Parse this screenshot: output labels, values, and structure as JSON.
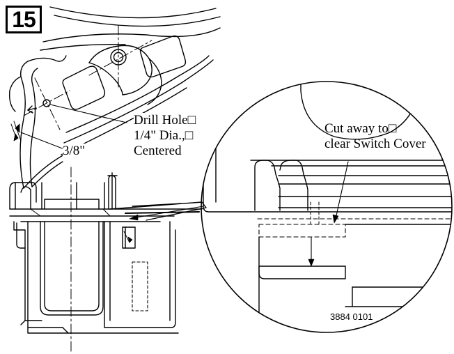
{
  "figure": {
    "step_number": "15",
    "drill_hole_label": [
      "Drill Hole□",
      "1/4\" Dia.,□",
      "Centered"
    ],
    "offset_label": "3/8\"",
    "cut_away_label": [
      "Cut away to□",
      "clear Switch Cover"
    ],
    "document_number": "3884 0101"
  },
  "colors": {
    "line": "#000000",
    "background": "#ffffff"
  }
}
